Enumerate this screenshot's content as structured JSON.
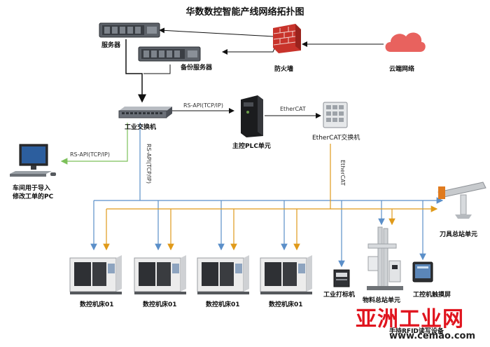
{
  "title": "华数数控智能产线网络拓扑图",
  "nodes": {
    "server": "服务器",
    "backup_server": "备份服务器",
    "firewall": "防火墙",
    "cloud": "云端网络",
    "switch": "工业交换机",
    "plc": "主控PLC单元",
    "ethercat_switch": "EtherCAT交换机",
    "pc": "车间用于导入\n修改工单的PC",
    "tool_station": "刀具总站单元",
    "cnc_1": "数控机床01",
    "cnc_2": "数控机床01",
    "cnc_3": "数控机床01",
    "cnc_4": "数控机床01",
    "printer": "工业打标机",
    "material_station": "物料总站单元",
    "touchscreen": "工控机触摸屏",
    "rfid": "手持RFID读写设备"
  },
  "links": {
    "switch_plc": "RS-API(TCP/IP)",
    "plc_ethercat": "EtherCAT",
    "switch_pc": "RS-API(TCP/IP)",
    "switch_bus": "RS-API(TCP/IP)",
    "ethercat_bus": "EtherCAT"
  },
  "colors": {
    "tcp_line": "#5b8fc9",
    "ethercat_line": "#e09a1a",
    "pc_line": "#7cc05a",
    "firewall": "#c8332b",
    "cloud": "#e8625e"
  },
  "watermark": {
    "brand": "亚洲工业网",
    "url": "www.cemao.com"
  }
}
